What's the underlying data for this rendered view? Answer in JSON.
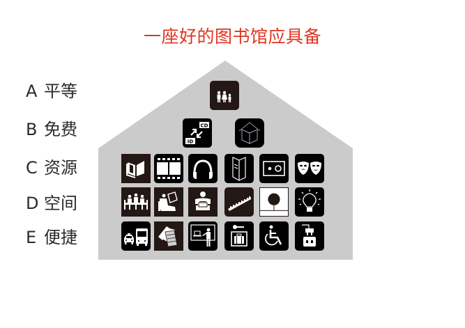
{
  "title": "一座好的图书馆应具备",
  "colors": {
    "title": "#e0341f",
    "house_fill": "#cbcbcb",
    "icon_bg": "#000000",
    "icon_bg_alt": "#231815",
    "label_text": "#2a2a2a"
  },
  "labels": [
    {
      "letter": "A",
      "text": "平等"
    },
    {
      "letter": "B",
      "text": "免费"
    },
    {
      "letter": "C",
      "text": "资源"
    },
    {
      "letter": "D",
      "text": "空间"
    },
    {
      "letter": "E",
      "text": "便捷"
    }
  ],
  "icons": {
    "A": [
      {
        "name": "family-icon",
        "meaning": "family / equal access"
      }
    ],
    "B": [
      {
        "name": "id-cd-exchange-icon",
        "meaning": "ID card for CD exchange",
        "text_cd": "CD",
        "text_id": "ID"
      },
      {
        "name": "open-book-house-icon",
        "meaning": "free open book"
      }
    ],
    "C": [
      {
        "name": "open-book-icon"
      },
      {
        "name": "film-strip-icon"
      },
      {
        "name": "headphones-icon"
      },
      {
        "name": "folded-brochure-icon"
      },
      {
        "name": "projector-icon"
      },
      {
        "name": "theater-masks-icon"
      }
    ],
    "D": [
      {
        "name": "group-meeting-icon"
      },
      {
        "name": "reading-chair-icon"
      },
      {
        "name": "reader-icon"
      },
      {
        "name": "auditorium-seats-icon"
      },
      {
        "name": "tree-garden-icon"
      },
      {
        "name": "light-bulb-icon"
      }
    ],
    "E": [
      {
        "name": "taxi-bus-icon"
      },
      {
        "name": "cards-icon"
      },
      {
        "name": "presentation-board-icon"
      },
      {
        "name": "locker-key-icon"
      },
      {
        "name": "wheelchair-accessible-icon"
      },
      {
        "name": "power-plug-outlet-icon"
      }
    ]
  }
}
